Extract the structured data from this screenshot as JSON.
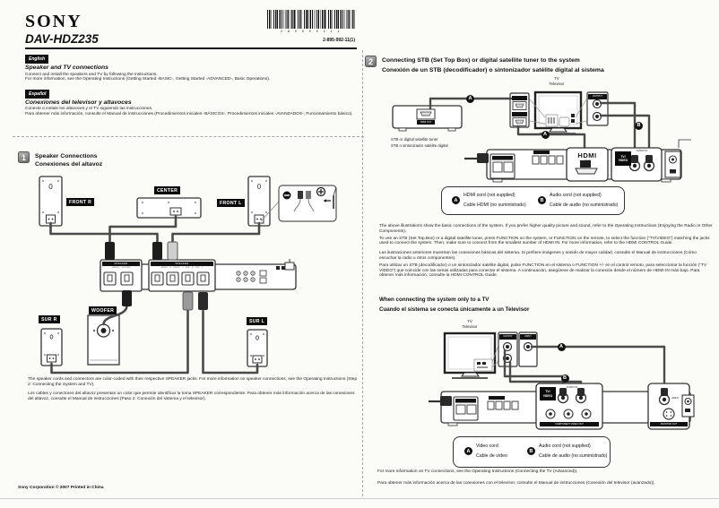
{
  "header": {
    "brand": "SONY",
    "model": "DAV-HDZ235",
    "part_number": "2-895-992-11(1)",
    "barcode_digits": "2 8 9 5 9 9 2 1 1"
  },
  "intro": {
    "english_badge": "English",
    "en_title": "Speaker and TV connections",
    "en_line1": "Connect and install the speakers and TV by following the instructions.",
    "en_line2": "For more information, see the Operating Instructions (Getting Started -BASIC-, Getting Started -ADVANCED-, Basic Operations).",
    "spanish_badge": "Español",
    "es_title": "Conexiones del televisor y altavoces",
    "es_line1": "Conecte e instale los altavoces y el TV siguiendo las instrucciones.",
    "es_line2": "Para obtener más información, consulte el Manual de instrucciones (Procedimientos iniciales -BÁSICOS-, Procedimientos iniciales -AVANZADOS-, Funcionamiento básico)."
  },
  "markers": {
    "a": "A",
    "b": "B"
  },
  "jack_labels": {
    "speaker": "SPEAKER",
    "output": "OUTPUT",
    "input": "INPUT",
    "audio_in": "AUDIO IN",
    "tv_video_1": "TV/",
    "tv_video_2": "VIDEO",
    "hdmi": "HDMI",
    "out": "OUT",
    "hdmi_out": "HDMI OUT",
    "video": "VIDEO",
    "component_video_out": "COMPONENT VIDEO OUT",
    "monitor_out": "MONITOR OUT"
  },
  "section1": {
    "number": "1",
    "title_en": "Speaker Connections",
    "title_es": "Conexiones del altavoz",
    "tags": {
      "front_r": "FRONT R",
      "center": "CENTER",
      "front_l": "FRONT L",
      "woofer": "WOOFER",
      "sur_r": "SUR R",
      "sur_l": "SUR L"
    },
    "panel_sub_1": "CENTER WOOFER",
    "panel_sub_2": "FRONT R FRONT L SUR R SUR L",
    "note_en": "The speaker cords and connectors are color-coded with their respective SPEAKER jacks. For more information on speaker connections, see the Operating Instructions (Step 2: Connecting the System and TV).",
    "note_es": "Los cables y conectores del altavoz presentan un color que permite identificar la toma SPEAKER correspondiente. Para obtener más información acerca de las conexiones del altavoz, consulte el Manual de instrucciones (Paso 2: Conexión del sistema y el televisor)."
  },
  "section2": {
    "number": "2",
    "title_en": "Connecting STB (Set Top Box) or digital satellite tuner to the system",
    "title_es": "Conexión de un STB (decodificador) o sintonizador satélite digital al sistema",
    "tv_en": "TV",
    "tv_es": "Televisor",
    "stb_en": "STB or digital satellite tuner",
    "stb_es": "STB o sintonizador satélite digital",
    "legend": {
      "a_en": "HDMI cord (not supplied)",
      "a_es": "Cable HDMI (no suministrado)",
      "b_en": "Audio cord (not supplied)",
      "b_es": "Cable de audio (no suministrado)"
    },
    "para_en_1": "The above illustrations show the basic connections of the system. If you prefer higher quality picture and sound, refer to the Operating Instructions (Enjoying the Radio or Other Components).",
    "para_en_2": "To use an STB (Set Top Box) or a digital satellite tuner, press FUNCTION on the system, or FUNCTION on the remote, to select the function (\"TV/VIDEO\") matching the jacks used to connect the system. Then, make sure to connect from the smallest number of HDMI IN. For more information, refer to the HDMI CONTROL Guide.",
    "para_es_1": "Las ilustraciones anteriores muestran las conexiones básicas del sistema. Si prefiere imágenes y sonido de mayor calidad, consulte el Manual de instrucciones (Cómo escuchar la radio u otros componentes).",
    "para_es_2": "Para utilizar un STB (decodificador) o un sintonizador satélite digital, pulse FUNCTION en el sistema o FUNCTION +/- en el control remoto, para seleccionar la función (\"TV VIDEO\") que coincide con las tomas utilizadas para conectar el sistema. A continuación, asegúrese de realizar la conexión desde el número de HDMI IN más bajo. Para obtener más información, consulte la HDMI CONTROL Guide."
  },
  "section3": {
    "title_en": "When connecting the system only to a TV",
    "title_es": "Cuando el sistema se conecta únicamente a un Televisor",
    "tv_en": "TV",
    "tv_es": "Televisor",
    "legend": {
      "a_en": "Video cord",
      "a_es": "Cable de vídeo",
      "b_en": "Audio cord (not supplied)",
      "b_es": "Cable de audio (no suministrado)"
    },
    "note_en": "For more information on TV connections, see the Operating Instructions (Connecting the TV (Advanced)).",
    "note_es": "Para obtener más información acerca de las conexiones con el televisor, consulte el Manual de instrucciones (Conexión del televisor (avanzado))."
  },
  "footer": {
    "text": "Sony Corporation © 2007  Printed in China"
  }
}
